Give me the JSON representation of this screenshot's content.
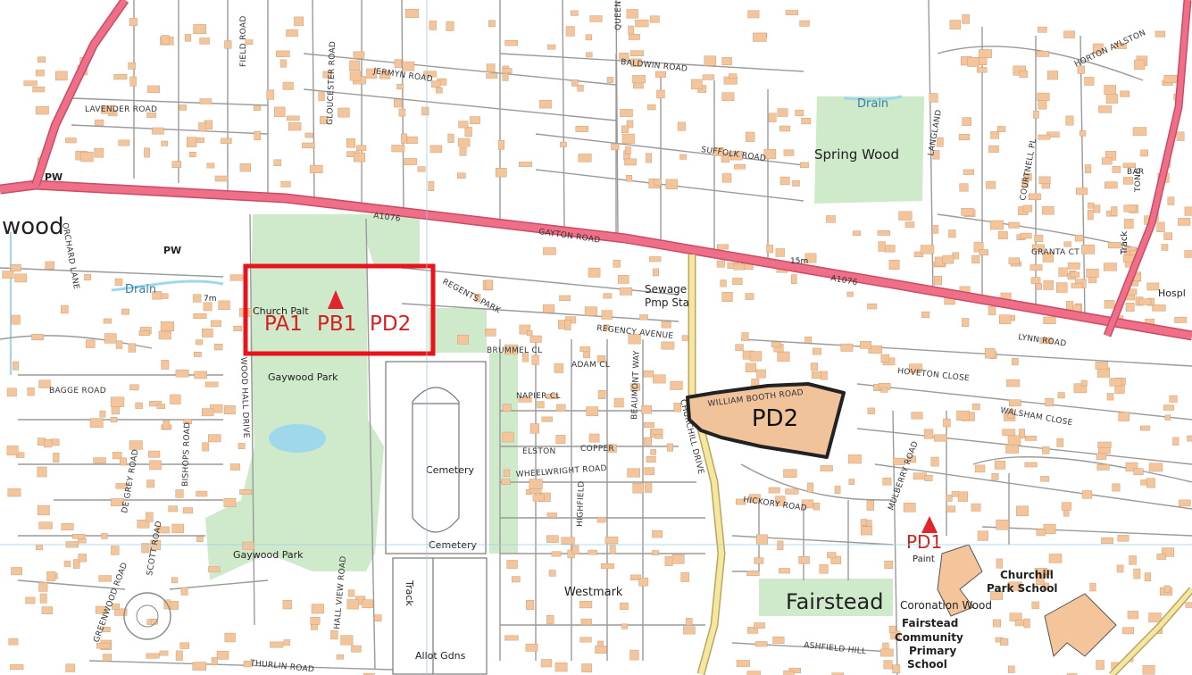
{
  "map": {
    "colors": {
      "background": "#ffffff",
      "building": "#f4c59a",
      "building_stroke": "#c9a07c",
      "green": "#cfeacb",
      "main_road": "#ee6f87",
      "minor_road": "#f5e6a0",
      "street_line": "#9a9a9a",
      "water": "#9fd8ea",
      "highlight_box": "#e8141c",
      "site_fill": "#f0c39a",
      "site_border": "#222222",
      "marker": "#e0252e"
    },
    "labels": {
      "area_fragment": "wood",
      "pw_1": "PW",
      "pw_2": "PW",
      "drain_1": "Drain",
      "drain_2": "Drain",
      "spring_wood": "Spring Wood",
      "a1076_1": "A1076",
      "a1076_2": "A1076",
      "gayton_road": "GAYTON ROAD",
      "sewage": "Sewage",
      "pmp_sta": "Pmp Sta",
      "hospl": "Hospl",
      "church_fragment": "Church Palt",
      "gaywood_park_1": "Gaywood Park",
      "gaywood_park_2": "Gaywood Park",
      "cemetery_1": "Cemetery",
      "cemetery_2": "Cemetery",
      "westmark": "Westmark",
      "track_1": "Track",
      "track_2": "Track",
      "allot_gdns": "Allot Gdns",
      "fairstead": "Fairstead",
      "coronation_wood": "Coronation Wood",
      "churchill_park_school_1": "Churchill",
      "churchill_park_school_2": "Park School",
      "fairstead_school_1": "Fairstead",
      "fairstead_school_2": "Community",
      "fairstead_school_3": "Primary",
      "fairstead_school_4": "School",
      "paint": "Paint",
      "m15": "15m",
      "m7": "7m"
    },
    "streets": {
      "lavender_road": "LAVENDER ROAD",
      "jermyn_road": "JERMYN ROAD",
      "baldwin_road": "BALDWIN ROAD",
      "suffolk_road": "SUFFOLK ROAD",
      "gloucester_road": "GLOUCESTER ROAD",
      "field_road": "FIELD ROAD",
      "queen": "QUEEN",
      "regents_park": "REGENTS PARK",
      "regency_avenue": "REGENCY AVENUE",
      "brummel_cl": "BRUMMEL CL",
      "adam_cl": "ADAM CL",
      "napier_cl": "NAPIER CL",
      "beaumont_way": "BEAUMONT WAY",
      "elston": "ELSTON",
      "copper": "COPPER",
      "wheelwright_road": "WHEELWRIGHT ROAD",
      "highfield": "HIGHFIELD",
      "hickory_road": "HICKORY ROAD",
      "churchill_drive": "CHURCHILL DRIVE",
      "william_booth_road": "WILLIAM BOOTH ROAD",
      "hoveton_close": "HOVETON CLOSE",
      "walsham_close": "WALSHAM CLOSE",
      "mulberry_road": "MULBERRY ROAD",
      "ashfield_hill": "ASHFIELD HILL",
      "woodhall_drive": "WOOD HALL DRIVE",
      "bishops_road": "BISHOPS ROAD",
      "de_grey_road": "DE GREY ROAD",
      "orchard_lane": "ORCHARD LANE",
      "thurlin_road": "THURLIN ROAD",
      "hall_view_road": "HALL VIEW ROAD",
      "langland": "LANGLAND",
      "courtnell_pl": "COURTNELL PL",
      "granta_ct": "GRANTA CT",
      "tong": "TONG",
      "bar": "BAR",
      "horton_aylston": "HORTON AYLSTON",
      "scott_road": "SCOTT ROAD",
      "greenwood_road": "GREENWOOD ROAD",
      "bagge_road": "BAGGE ROAD",
      "lynn_road": "LYNN ROAD"
    },
    "box_labels": {
      "pa1": "PA1",
      "pb1": "PB1",
      "pd2_box": "PD2"
    },
    "site": {
      "label": "PD2"
    },
    "marker_label": "PD1"
  }
}
